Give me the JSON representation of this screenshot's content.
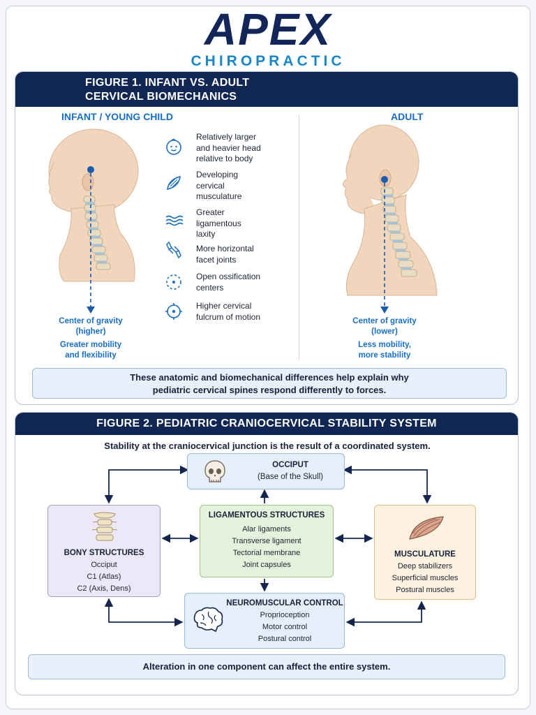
{
  "logo": {
    "word": "APEX",
    "sub": "CHIROPRACTIC"
  },
  "colors": {
    "navy": "#102653",
    "accent_blue": "#1a6fc0",
    "logo_blue": "#1a86c9"
  },
  "figure1": {
    "title_line1": "FIGURE 1. INFANT VS. ADULT",
    "title_line2": "CERVICAL BIOMECHANICS",
    "infant_title": "INFANT / YOUNG CHILD",
    "adult_title": "ADULT",
    "features": [
      {
        "icon": "baby-face-icon",
        "text": "Relatively larger\nand heavier head\nrelative to body"
      },
      {
        "icon": "muscle-icon",
        "text": "Developing\ncervical\nmusculature"
      },
      {
        "icon": "wavy-lines-icon",
        "text": "Greater\nligamentous\nlaxity"
      },
      {
        "icon": "joint-icon",
        "text": "More horizontal\nfacet joints"
      },
      {
        "icon": "dashed-circle-icon",
        "text": "Open ossification\ncenters"
      },
      {
        "icon": "target-icon",
        "text": "Higher cervical\nfulcrum of motion"
      }
    ],
    "infant_cog": "Center of gravity\n(higher)",
    "infant_mobility": "Greater mobility\nand flexibility",
    "adult_cog": "Center of gravity\n(lower)",
    "adult_mobility": "Less mobility,\nmore stability",
    "note": "These anatomic and biomechanical differences help explain why\npediatric cervical spines respond differently to forces."
  },
  "figure2": {
    "title": "FIGURE 2. PEDIATRIC CRANIOCERVICAL STABILITY SYSTEM",
    "caption": "Stability at the craniocervical junction is the result of a coordinated system.",
    "occiput": {
      "title": "OCCIPUT",
      "items": [
        "(Base of the Skull)"
      ]
    },
    "ligamentous": {
      "title": "LIGAMENTOUS STRUCTURES",
      "items": [
        "Alar ligaments",
        "Transverse ligament",
        "Tectorial membrane",
        "Joint capsules"
      ]
    },
    "bony": {
      "title": "BONY STRUCTURES",
      "items": [
        "Occiput",
        "C1 (Atlas)",
        "C2 (Axis, Dens)"
      ]
    },
    "musculature": {
      "title": "MUSCULATURE",
      "items": [
        "Deep stabilizers",
        "Superficial muscles",
        "Postural muscles"
      ]
    },
    "neuromuscular": {
      "title": "NEUROMUSCULAR CONTROL",
      "items": [
        "Proprioception",
        "Motor control",
        "Postural control"
      ]
    },
    "note": "Alteration in one component can affect the entire system."
  }
}
